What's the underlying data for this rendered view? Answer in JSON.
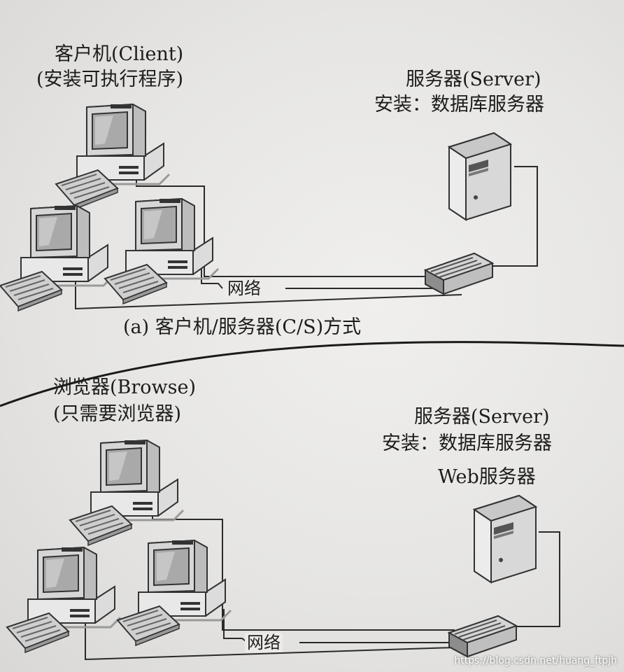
{
  "top": {
    "client_title": "客户机(Client)",
    "client_sub": "(安装可执行程序)",
    "server_title": "服务器(Server)",
    "server_install": "安装：数据库服务器",
    "network": "网络",
    "caption": "(a) 客户机/服务器(C/S)方式"
  },
  "bottom": {
    "browser_title": "浏览器(Browse)",
    "browser_sub": "(只需要浏览器)",
    "server_title": "服务器(Server)",
    "server_install": "安装：数据库服务器",
    "server_web": "Web服务器",
    "network": "网络"
  },
  "watermark": "https://blog.csdn.net/huang_ftpjh",
  "icons": {
    "client_computer": "desktop-computer-icon",
    "server": "tower-server-icon",
    "switch": "network-switch-icon"
  }
}
